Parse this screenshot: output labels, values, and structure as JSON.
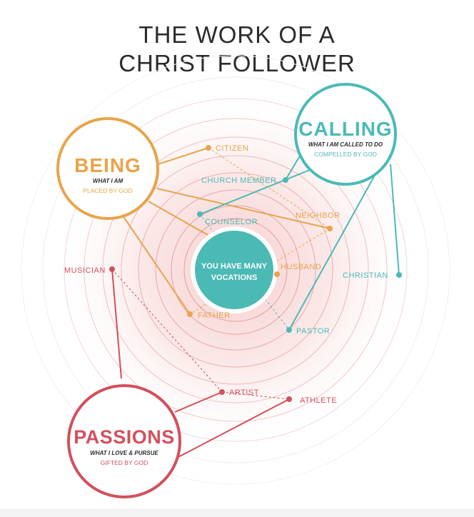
{
  "title": {
    "line1": "THE WORK OF A",
    "line2": "CHRIST FOLLOWER"
  },
  "colors": {
    "being": "#e8a44a",
    "calling": "#4bbab5",
    "passions": "#d2505c",
    "center": "#4bbab5",
    "title": "#2b2b2b",
    "rings": "#f2b3b3"
  },
  "center": {
    "line1": "YOU HAVE MANY",
    "line2": "VOCATIONS"
  },
  "categories": {
    "being": {
      "name": "BEING",
      "subtitle": "WHAT I AM",
      "tagline": "PLACED BY GOD"
    },
    "calling": {
      "name": "CALLING",
      "subtitle": "WHAT I AM CALLED TO DO",
      "tagline": "COMPELLED BY GOD"
    },
    "passions": {
      "name": "PASSIONS",
      "subtitle": "WHAT I LOVE & PURSUE",
      "tagline": "GIFTED BY GOD"
    }
  },
  "vocations": {
    "citizen": "CITIZEN",
    "church_member": "CHURCH MEMBER",
    "neighbor": "NEIGHBOR",
    "counselor": "COUNSELOR",
    "husband": "HUSBAND",
    "father": "FATHER",
    "christian": "CHRISTIAN",
    "pastor": "PASTOR",
    "musician": "MUSICIAN",
    "artist": "ARTIST",
    "athlete": "ATHLETE"
  }
}
